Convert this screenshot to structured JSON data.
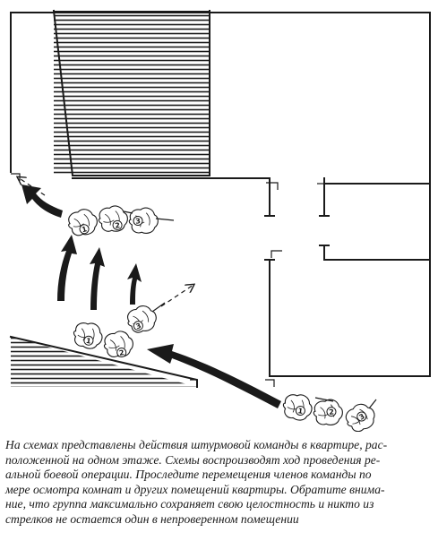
{
  "diagram": {
    "members_group_top": [
      "1",
      "2",
      "3"
    ],
    "members_group_middle": [
      "1",
      "2",
      "3"
    ],
    "members_group_bottom": [
      "1",
      "2",
      "3"
    ]
  },
  "caption": {
    "lines": [
      "На схемах представлены действия штурмовой команды в квартире, рас-",
      "положенной на одном этаже. Схемы воспроизводят ход проведения ре-",
      "альной боевой операции. Проследите перемещения членов команды по",
      "мере осмотра комнат и других помещений квартиры. Обратите внима-",
      "ние, что группа максимально сохраняет свою целостность и никто из",
      "стрелков не остается один в непроверенном помещении"
    ]
  }
}
